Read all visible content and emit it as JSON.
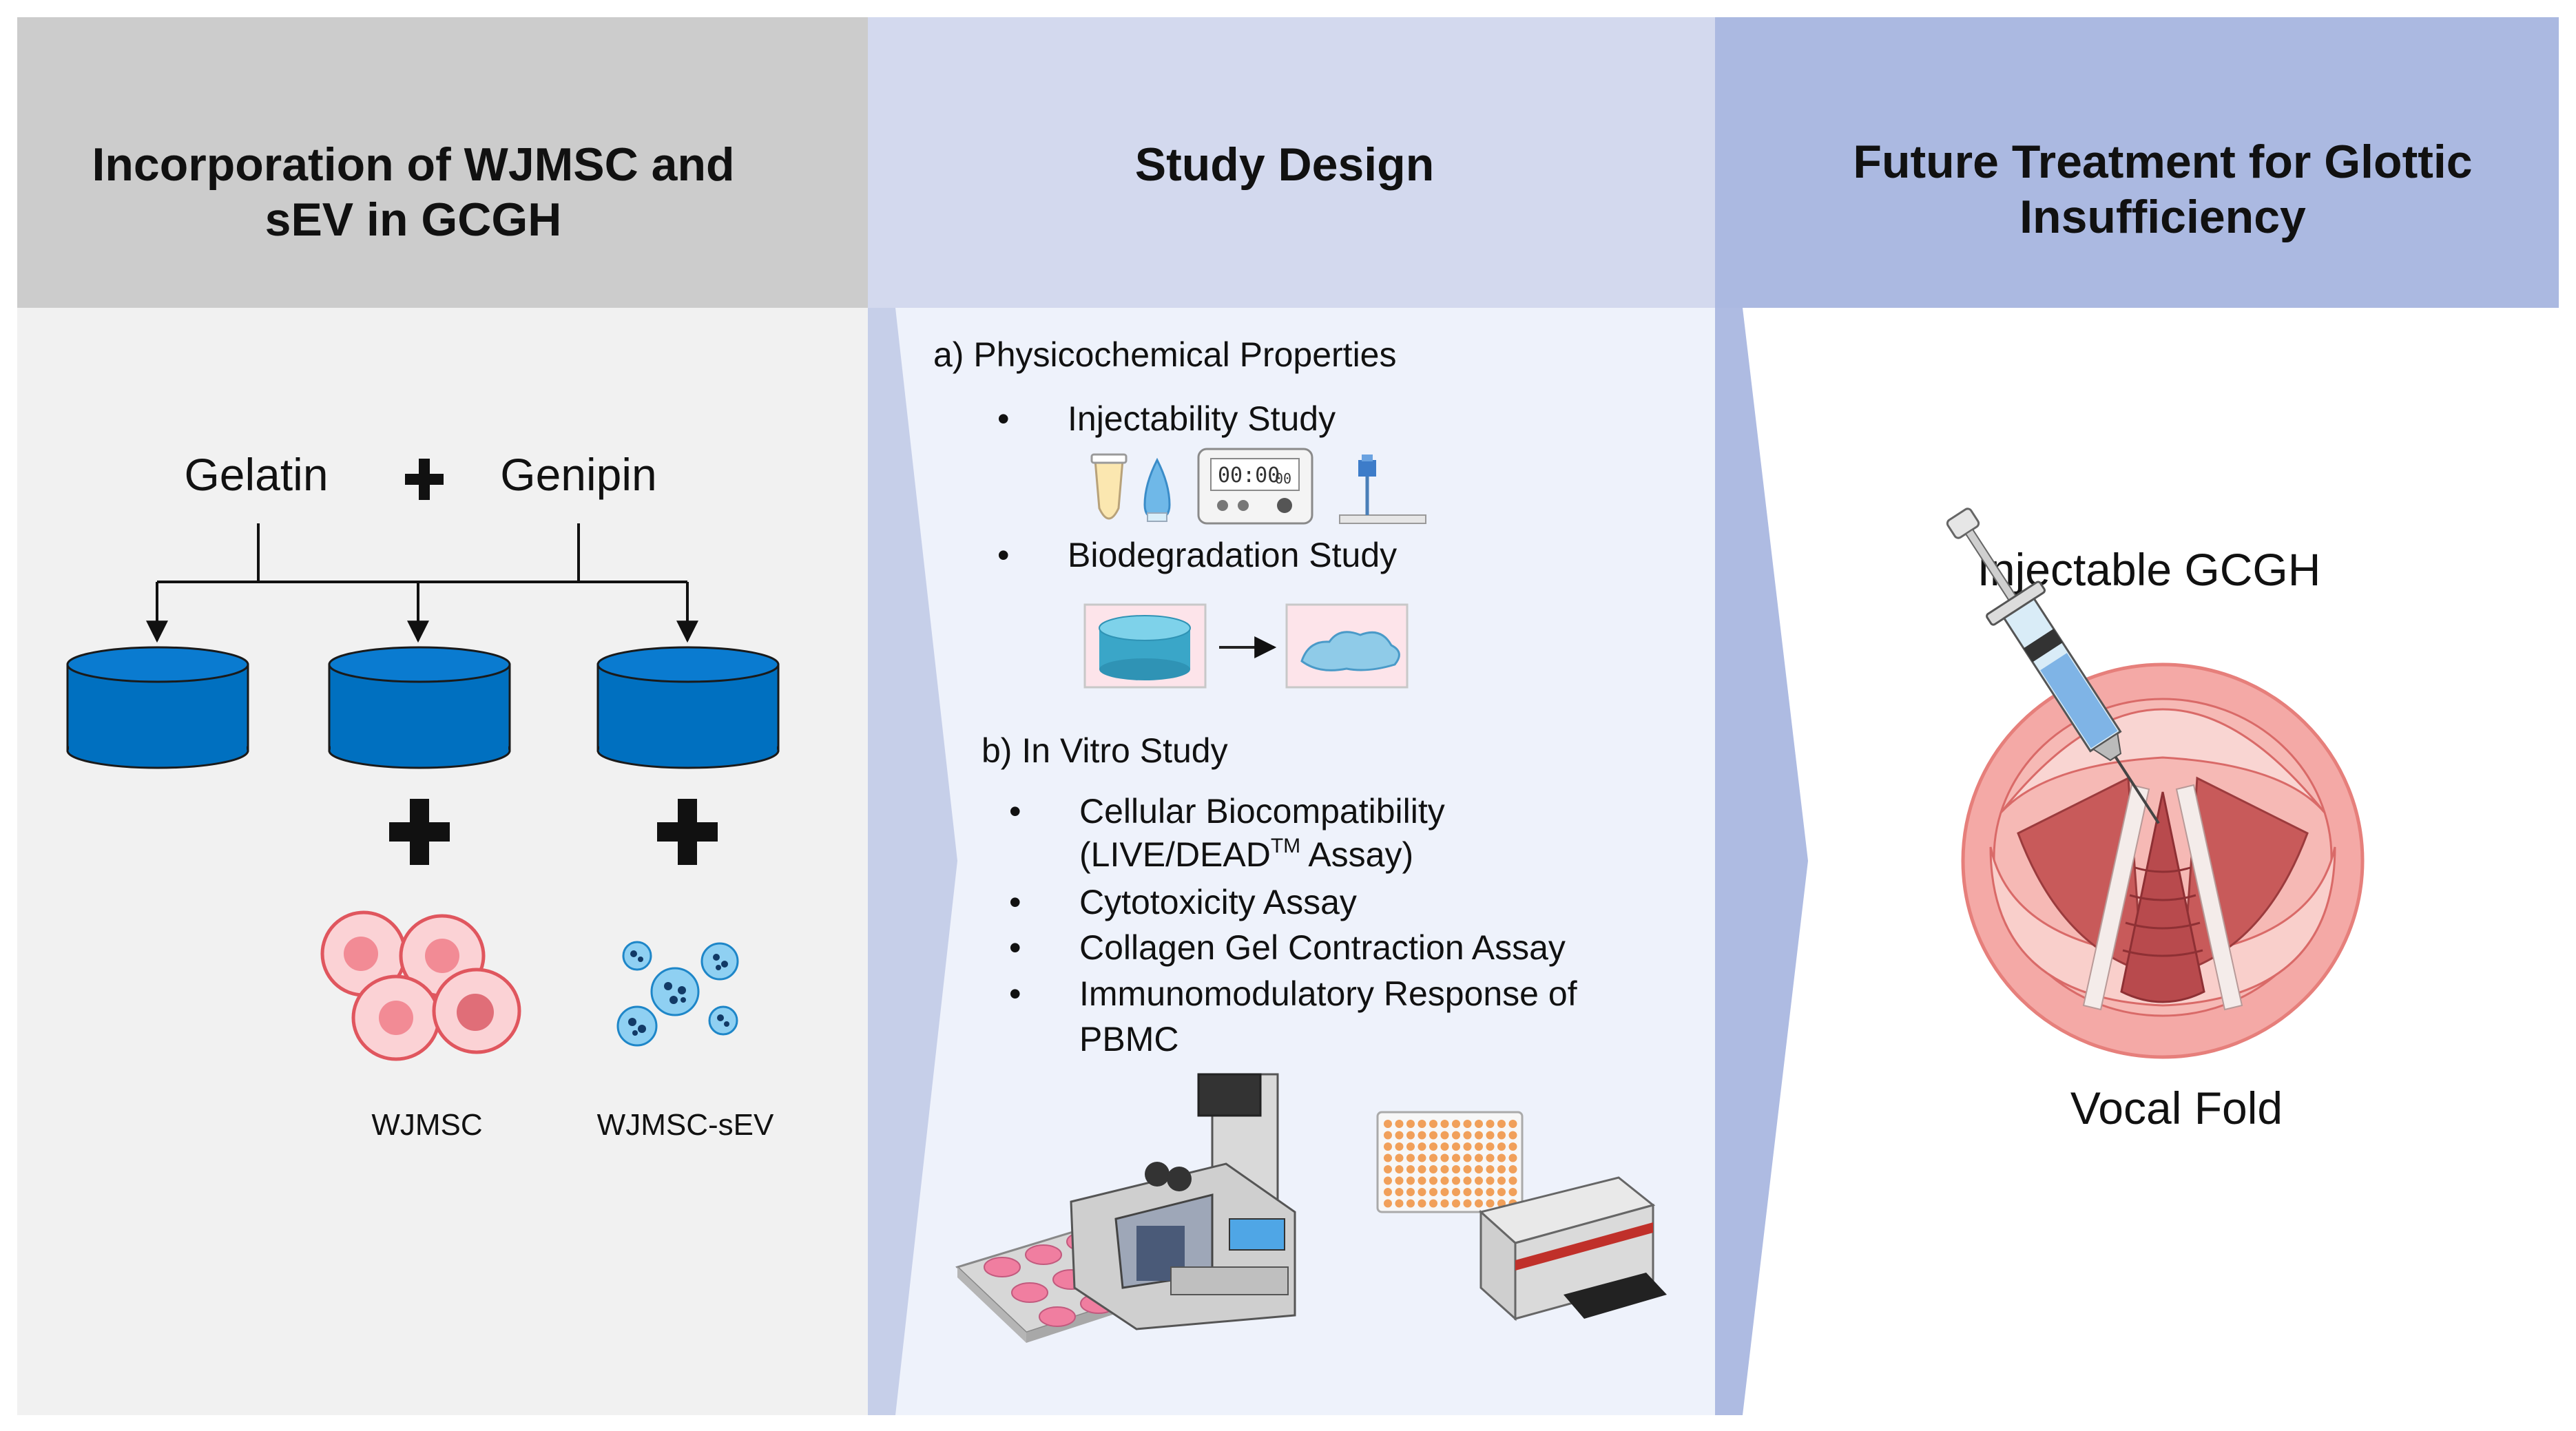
{
  "headers": {
    "left_line1": "Incorporation of WJMSC and",
    "left_line2": "sEV in GCGH",
    "middle": "Study Design",
    "right_line1": "Future  Treatment for Glottic",
    "right_line2": "Insufficiency"
  },
  "left_panel": {
    "gelatin": "Gelatin",
    "genipin": "Genipin",
    "label_wjmsc": "WJMSC",
    "label_sev": "WJMSC-sEV"
  },
  "middle_panel": {
    "section_a": "a) Physicochemical Properties",
    "injectability": "Injectability Study",
    "timer": "00:00",
    "timer_small": "00",
    "biodegradation": "Biodegradation Study",
    "section_b": "b) In Vitro Study",
    "items": [
      {
        "line1": "Cellular Biocompatibility",
        "line2a": "(LIVE/DEAD",
        "sup": "TM",
        "line2b": " Assay)"
      },
      {
        "line1": "Cytotoxicity Assay"
      },
      {
        "line1": "Collagen Gel Contraction Assay"
      },
      {
        "line1": "Immunomodulatory Response of",
        "line2": "PBMC"
      }
    ],
    "bullet": "•"
  },
  "right_panel": {
    "injectable": "Injectable GCGH",
    "vocal_fold": "Vocal Fold"
  },
  "colors": {
    "left_header": "#cccccc",
    "left_body": "#f1f1f1",
    "middle_header": "#d3d9ee",
    "middle_body": "#eef2fb",
    "middle_chevron": "#c6cfe9",
    "right_header": "#abb9e1",
    "right_chevron": "#aebbe2",
    "cylinder": "#0070c0"
  }
}
